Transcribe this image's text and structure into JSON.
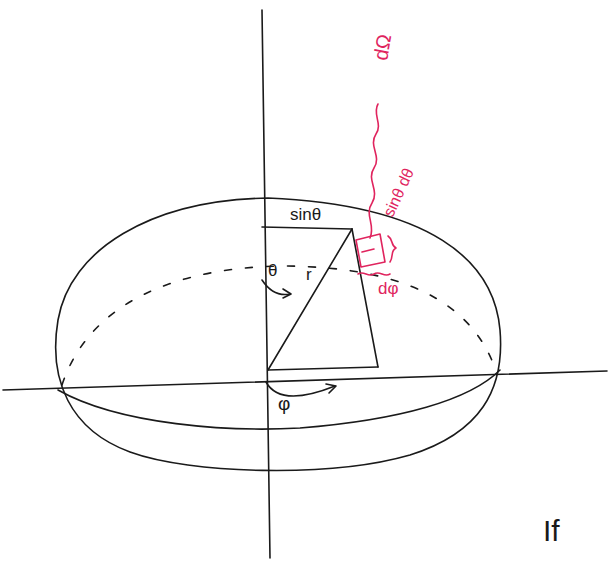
{
  "diagram": {
    "labels": [
      "sinθ",
      "θ",
      "r",
      "φ",
      "dΩ",
      "sinθ dθ",
      "dφ",
      "If"
    ]
  }
}
